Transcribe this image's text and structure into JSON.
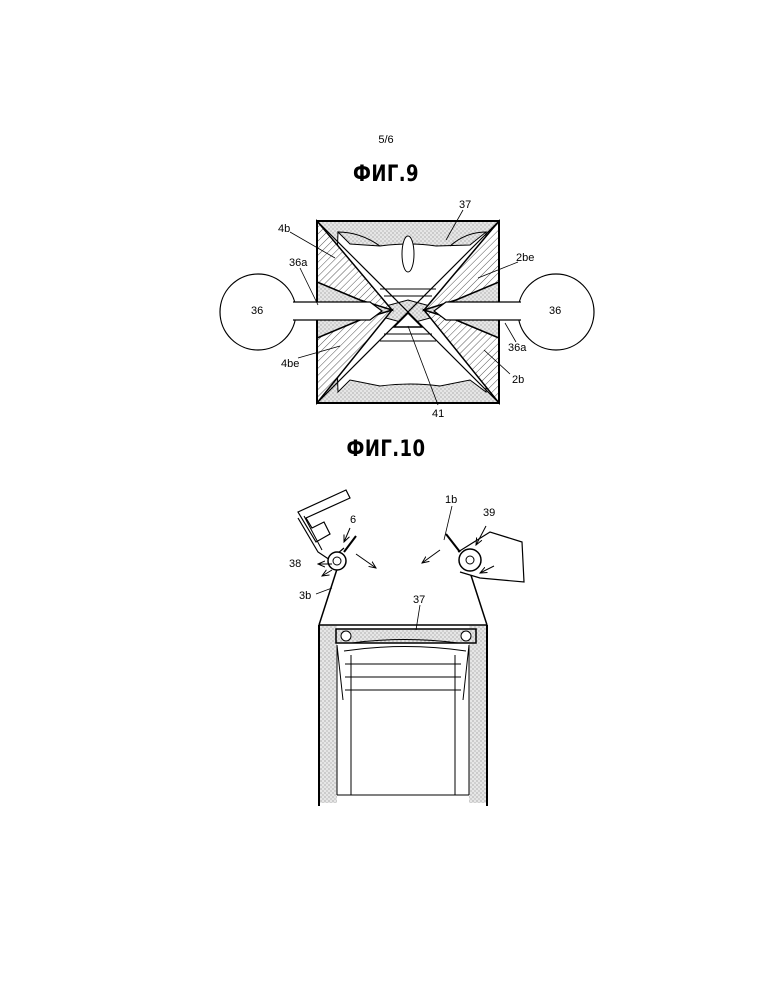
{
  "page_number": "5/6",
  "figure9": {
    "title": "ФИГ.9",
    "labels": {
      "l37": "37",
      "l4b": "4b",
      "l36a_left": "36a",
      "l2be": "2be",
      "l36_left": "36",
      "l36_right": "36",
      "l36a_right": "36a",
      "l4be": "4be",
      "l2b": "2b",
      "l41": "41"
    }
  },
  "figure10": {
    "title": "ФИГ.10",
    "labels": {
      "l1b": "1b",
      "l39": "39",
      "l6": "6",
      "l38": "38",
      "l3b": "3b",
      "l37": "37"
    }
  }
}
